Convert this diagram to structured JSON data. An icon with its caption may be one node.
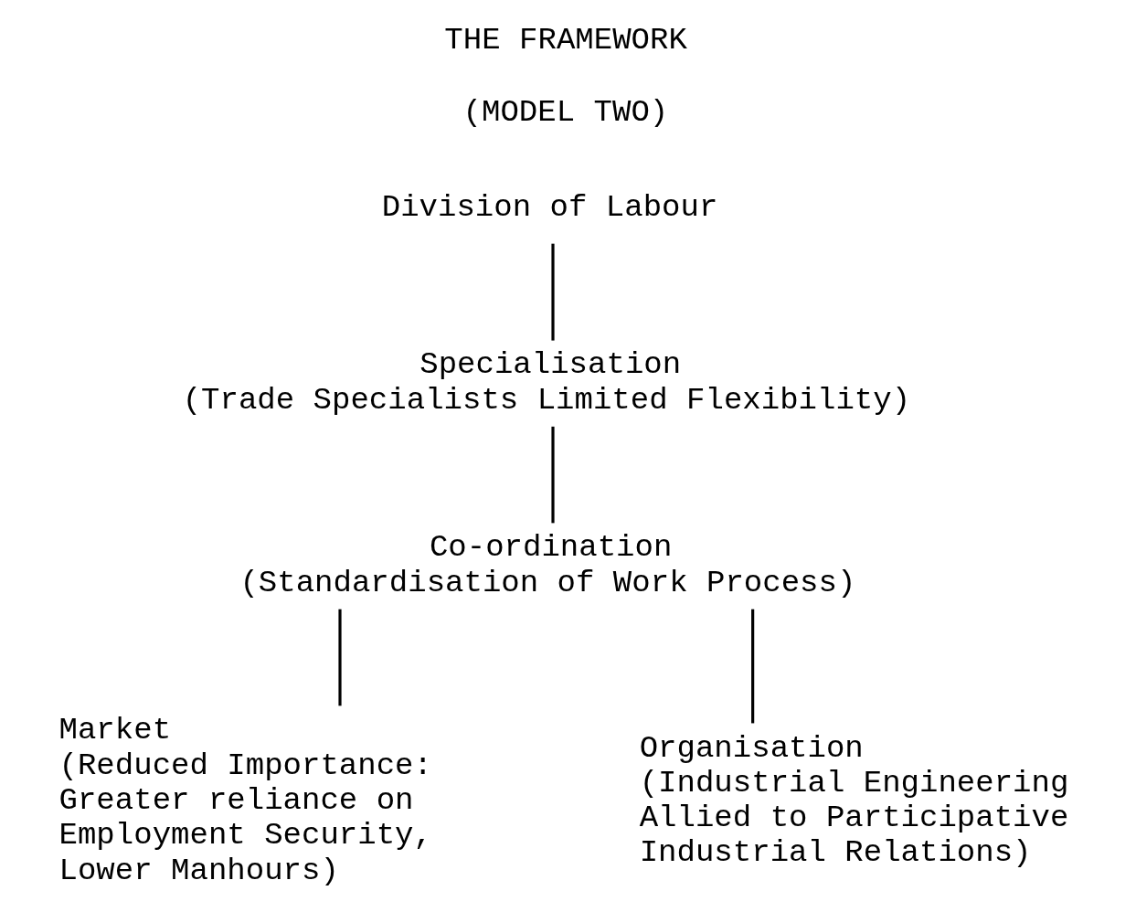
{
  "diagram": {
    "title": "THE FRAMEWORK",
    "caption": "(MODEL TWO)",
    "nodes": [
      {
        "text": [
          "Division of Labour"
        ]
      },
      {
        "text": [
          "Specialisation",
          "(Trade Specialists Limited Flexibility)"
        ]
      },
      {
        "text": [
          "Co-ordination",
          "(Standardisation of Work Process)"
        ]
      },
      {
        "text": [
          "Market",
          "(Reduced Importance: Greater reliance on Employment Security, Lower Manhours)"
        ]
      },
      {
        "text": [
          "Organisation",
          "(Industrial Engineering Allied to Participative Industrial Relations)"
        ]
      }
    ],
    "edges": [
      {
        "from": 0,
        "to": 1,
        "arrow": "none"
      },
      {
        "from": 1,
        "to": 2,
        "arrow": "none"
      },
      {
        "from": 2,
        "to": 3,
        "arrow": "none"
      },
      {
        "from": 2,
        "to": 4,
        "arrow": "none"
      }
    ]
  }
}
